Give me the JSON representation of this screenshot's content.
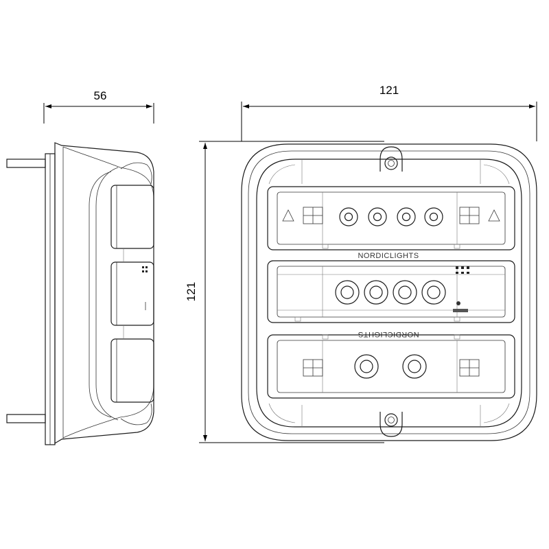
{
  "dimensions": {
    "side_depth": "56",
    "front_width": "121",
    "front_height": "121"
  },
  "brand": {
    "top_label": "NORDICLIGHTS",
    "bottom_label": "NORDICLIGHTS"
  }
}
